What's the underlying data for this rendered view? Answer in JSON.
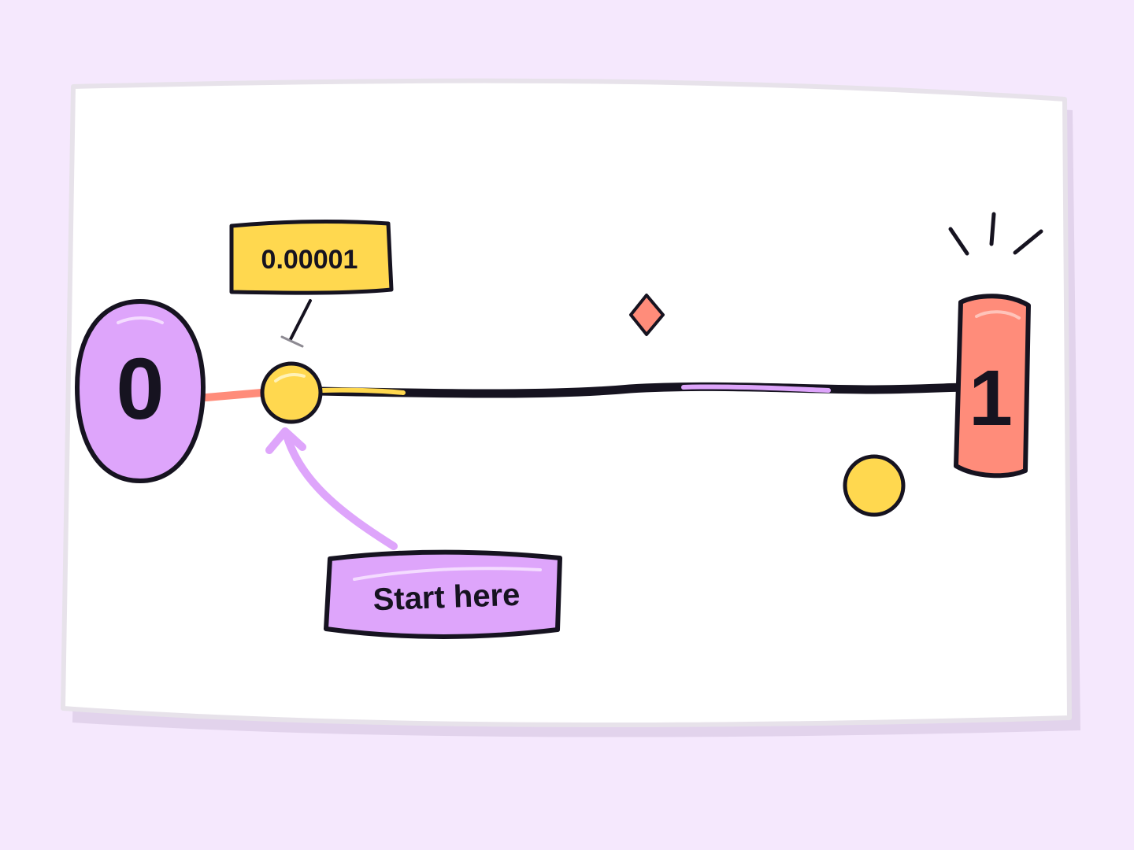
{
  "labels": {
    "start": "0",
    "end": "1",
    "value_tag": "0.00001",
    "callout": "Start here"
  },
  "colors": {
    "background": "#f5e8fd",
    "card": "#ffffff",
    "card_edge": "#e7e2ea",
    "card_shadow": "#e2d3ec",
    "ink": "#161320",
    "purple": "#dea5fb",
    "coral": "#ff8c7a",
    "yellow": "#ffd84f"
  }
}
